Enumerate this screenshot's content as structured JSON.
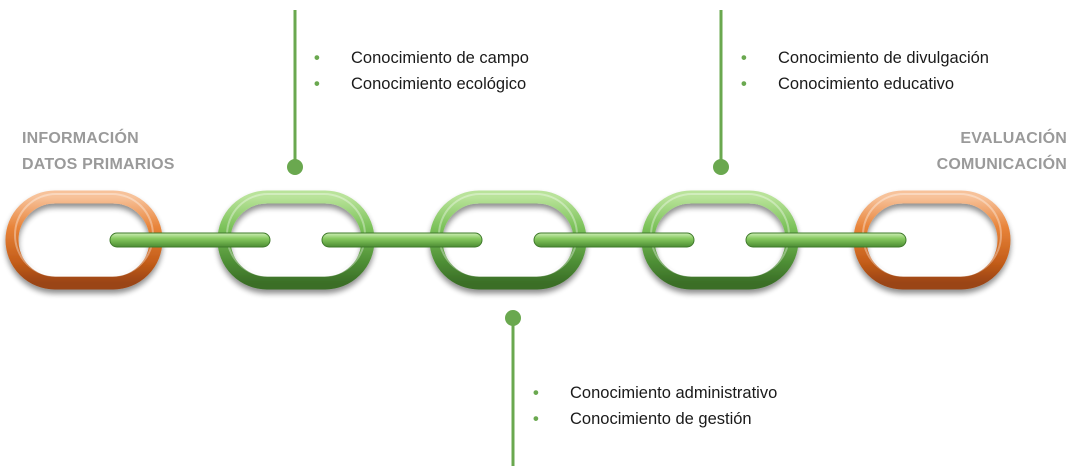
{
  "diagram": {
    "left_label": [
      "INFORMACIÓN",
      "DATOS PRIMARIOS"
    ],
    "right_label": [
      "EVALUACIÓN",
      "COMUNICACIÓN"
    ],
    "bullet_groups": [
      {
        "items": [
          "Conocimiento de campo",
          "Conocimiento ecológico"
        ]
      },
      {
        "items": [
          "Conocimiento de divulgación",
          "Conocimiento educativo"
        ]
      },
      {
        "items": [
          "Conocimiento administrativo",
          "Conocimiento de gestión"
        ]
      }
    ],
    "links": [
      {
        "color": "orange"
      },
      {
        "color": "green"
      },
      {
        "color": "green"
      },
      {
        "color": "green"
      },
      {
        "color": "orange"
      }
    ],
    "colors": {
      "orange": "#e0772a",
      "green": "#6aa84f",
      "label_gray": "#9a9a9a",
      "bullet_dot": "#6aa84f"
    }
  }
}
